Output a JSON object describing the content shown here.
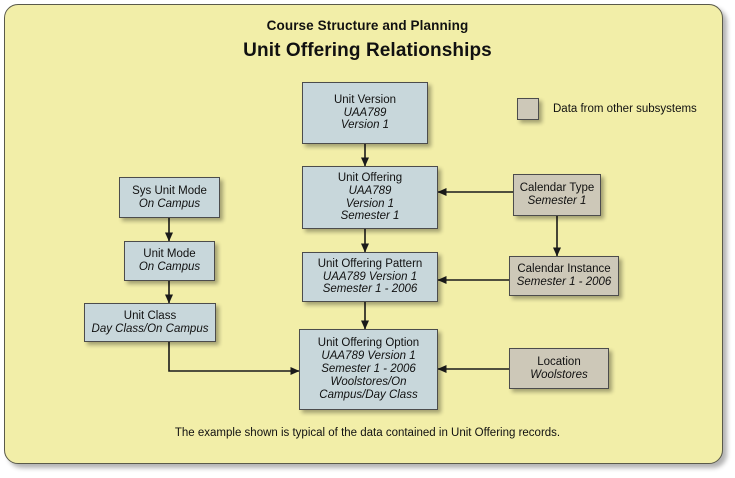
{
  "header": {
    "subtitle": "Course Structure and Planning",
    "title": "Unit Offering Relationships"
  },
  "legend": {
    "swatch_name": "external-data-swatch",
    "label": "Data from other subsystems",
    "swatch_color": "#cdc8b8"
  },
  "colors": {
    "panel_background": "#f2eea8",
    "core_entity_fill": "#c8d7db",
    "external_entity_fill": "#cdc8b8",
    "border": "#4c4c4c",
    "text": "#111111"
  },
  "nodes": {
    "unit_version": {
      "title": "Unit Version",
      "lines": [
        "UAA789",
        "Version 1"
      ],
      "kind": "core"
    },
    "unit_offering": {
      "title": "Unit Offering",
      "lines": [
        "UAA789",
        "Version 1",
        "Semester 1"
      ],
      "kind": "core"
    },
    "unit_offering_pattern": {
      "title": "Unit Offering Pattern",
      "lines": [
        "UAA789 Version 1",
        "Semester 1 - 2006"
      ],
      "kind": "core"
    },
    "unit_offering_option": {
      "title": "Unit Offering Option",
      "lines": [
        "UAA789 Version 1",
        "Semester 1 - 2006",
        "Woolstores/On",
        "Campus/Day Class"
      ],
      "kind": "core"
    },
    "sys_unit_mode": {
      "title": "Sys Unit Mode",
      "lines": [
        "On Campus"
      ],
      "kind": "core"
    },
    "unit_mode": {
      "title": "Unit Mode",
      "lines": [
        "On Campus"
      ],
      "kind": "core"
    },
    "unit_class": {
      "title": "Unit Class",
      "lines": [
        "Day Class/On Campus"
      ],
      "kind": "core"
    },
    "calendar_type": {
      "title": "Calendar Type",
      "lines": [
        "Semester 1"
      ],
      "kind": "external"
    },
    "calendar_instance": {
      "title": "Calendar Instance",
      "lines": [
        "Semester 1 - 2006"
      ],
      "kind": "external"
    },
    "location": {
      "title": "Location",
      "lines": [
        "Woolstores"
      ],
      "kind": "external"
    }
  },
  "edges": [
    {
      "from": "unit_version",
      "to": "unit_offering",
      "direction": "down"
    },
    {
      "from": "unit_offering",
      "to": "unit_offering_pattern",
      "direction": "down"
    },
    {
      "from": "unit_offering_pattern",
      "to": "unit_offering_option",
      "direction": "down"
    },
    {
      "from": "sys_unit_mode",
      "to": "unit_mode",
      "direction": "down"
    },
    {
      "from": "unit_mode",
      "to": "unit_class",
      "direction": "down"
    },
    {
      "from": "unit_class",
      "to": "unit_offering_option",
      "direction": "down-right"
    },
    {
      "from": "calendar_type",
      "to": "unit_offering",
      "direction": "left"
    },
    {
      "from": "calendar_type",
      "to": "calendar_instance",
      "direction": "down"
    },
    {
      "from": "calendar_instance",
      "to": "unit_offering_pattern",
      "direction": "left"
    },
    {
      "from": "location",
      "to": "unit_offering_option",
      "direction": "left"
    }
  ],
  "footnote": "The example shown is typical of the data contained in Unit Offering records."
}
